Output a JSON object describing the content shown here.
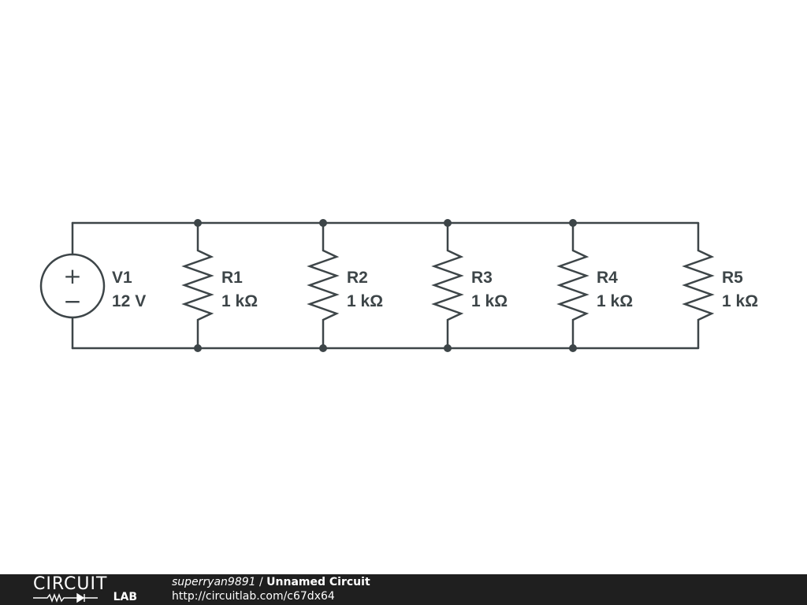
{
  "circuit": {
    "source": {
      "name": "V1",
      "value": "12 V",
      "plus_symbol": "+",
      "minus_symbol": "−"
    },
    "resistors": [
      {
        "name": "R1",
        "value": "1 kΩ"
      },
      {
        "name": "R2",
        "value": "1 kΩ"
      },
      {
        "name": "R3",
        "value": "1 kΩ"
      },
      {
        "name": "R4",
        "value": "1 kΩ"
      },
      {
        "name": "R5",
        "value": "1 kΩ"
      }
    ],
    "wire_color": "#3d4548"
  },
  "footer": {
    "logo_top": "CIRCUIT",
    "logo_bottom": "LAB",
    "author": "superryan9891",
    "separator": " / ",
    "title": "Unnamed Circuit",
    "url": "http://circuitlab.com/c67dx64",
    "background": "#1f1f1f"
  }
}
